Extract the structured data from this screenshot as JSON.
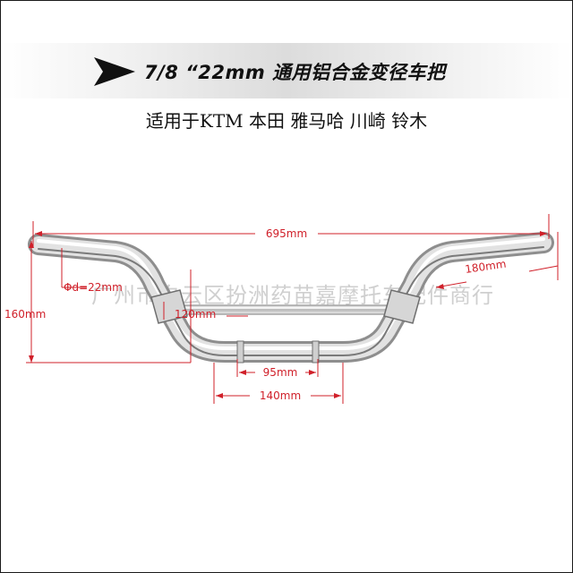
{
  "header": {
    "headline": "7/8 “22mm 通用铝合金变径车把"
  },
  "compat_line": "适用于KTM 本田 雅马哈 川崎 铃木",
  "watermark": "广州市白云区扮洲药苗嘉摩托车配件商行",
  "dimensions": {
    "total_width": "695mm",
    "grip_length": "180mm",
    "diameter": "Φd=22mm",
    "height": "160mm",
    "riser_height": "120mm",
    "inner_width": "95mm",
    "bottom_width": "140mm"
  },
  "colors": {
    "dimension": "#d0202a",
    "tube": "#9a9a9a"
  },
  "icons": {
    "header_marker": "arrow-right-icon"
  }
}
